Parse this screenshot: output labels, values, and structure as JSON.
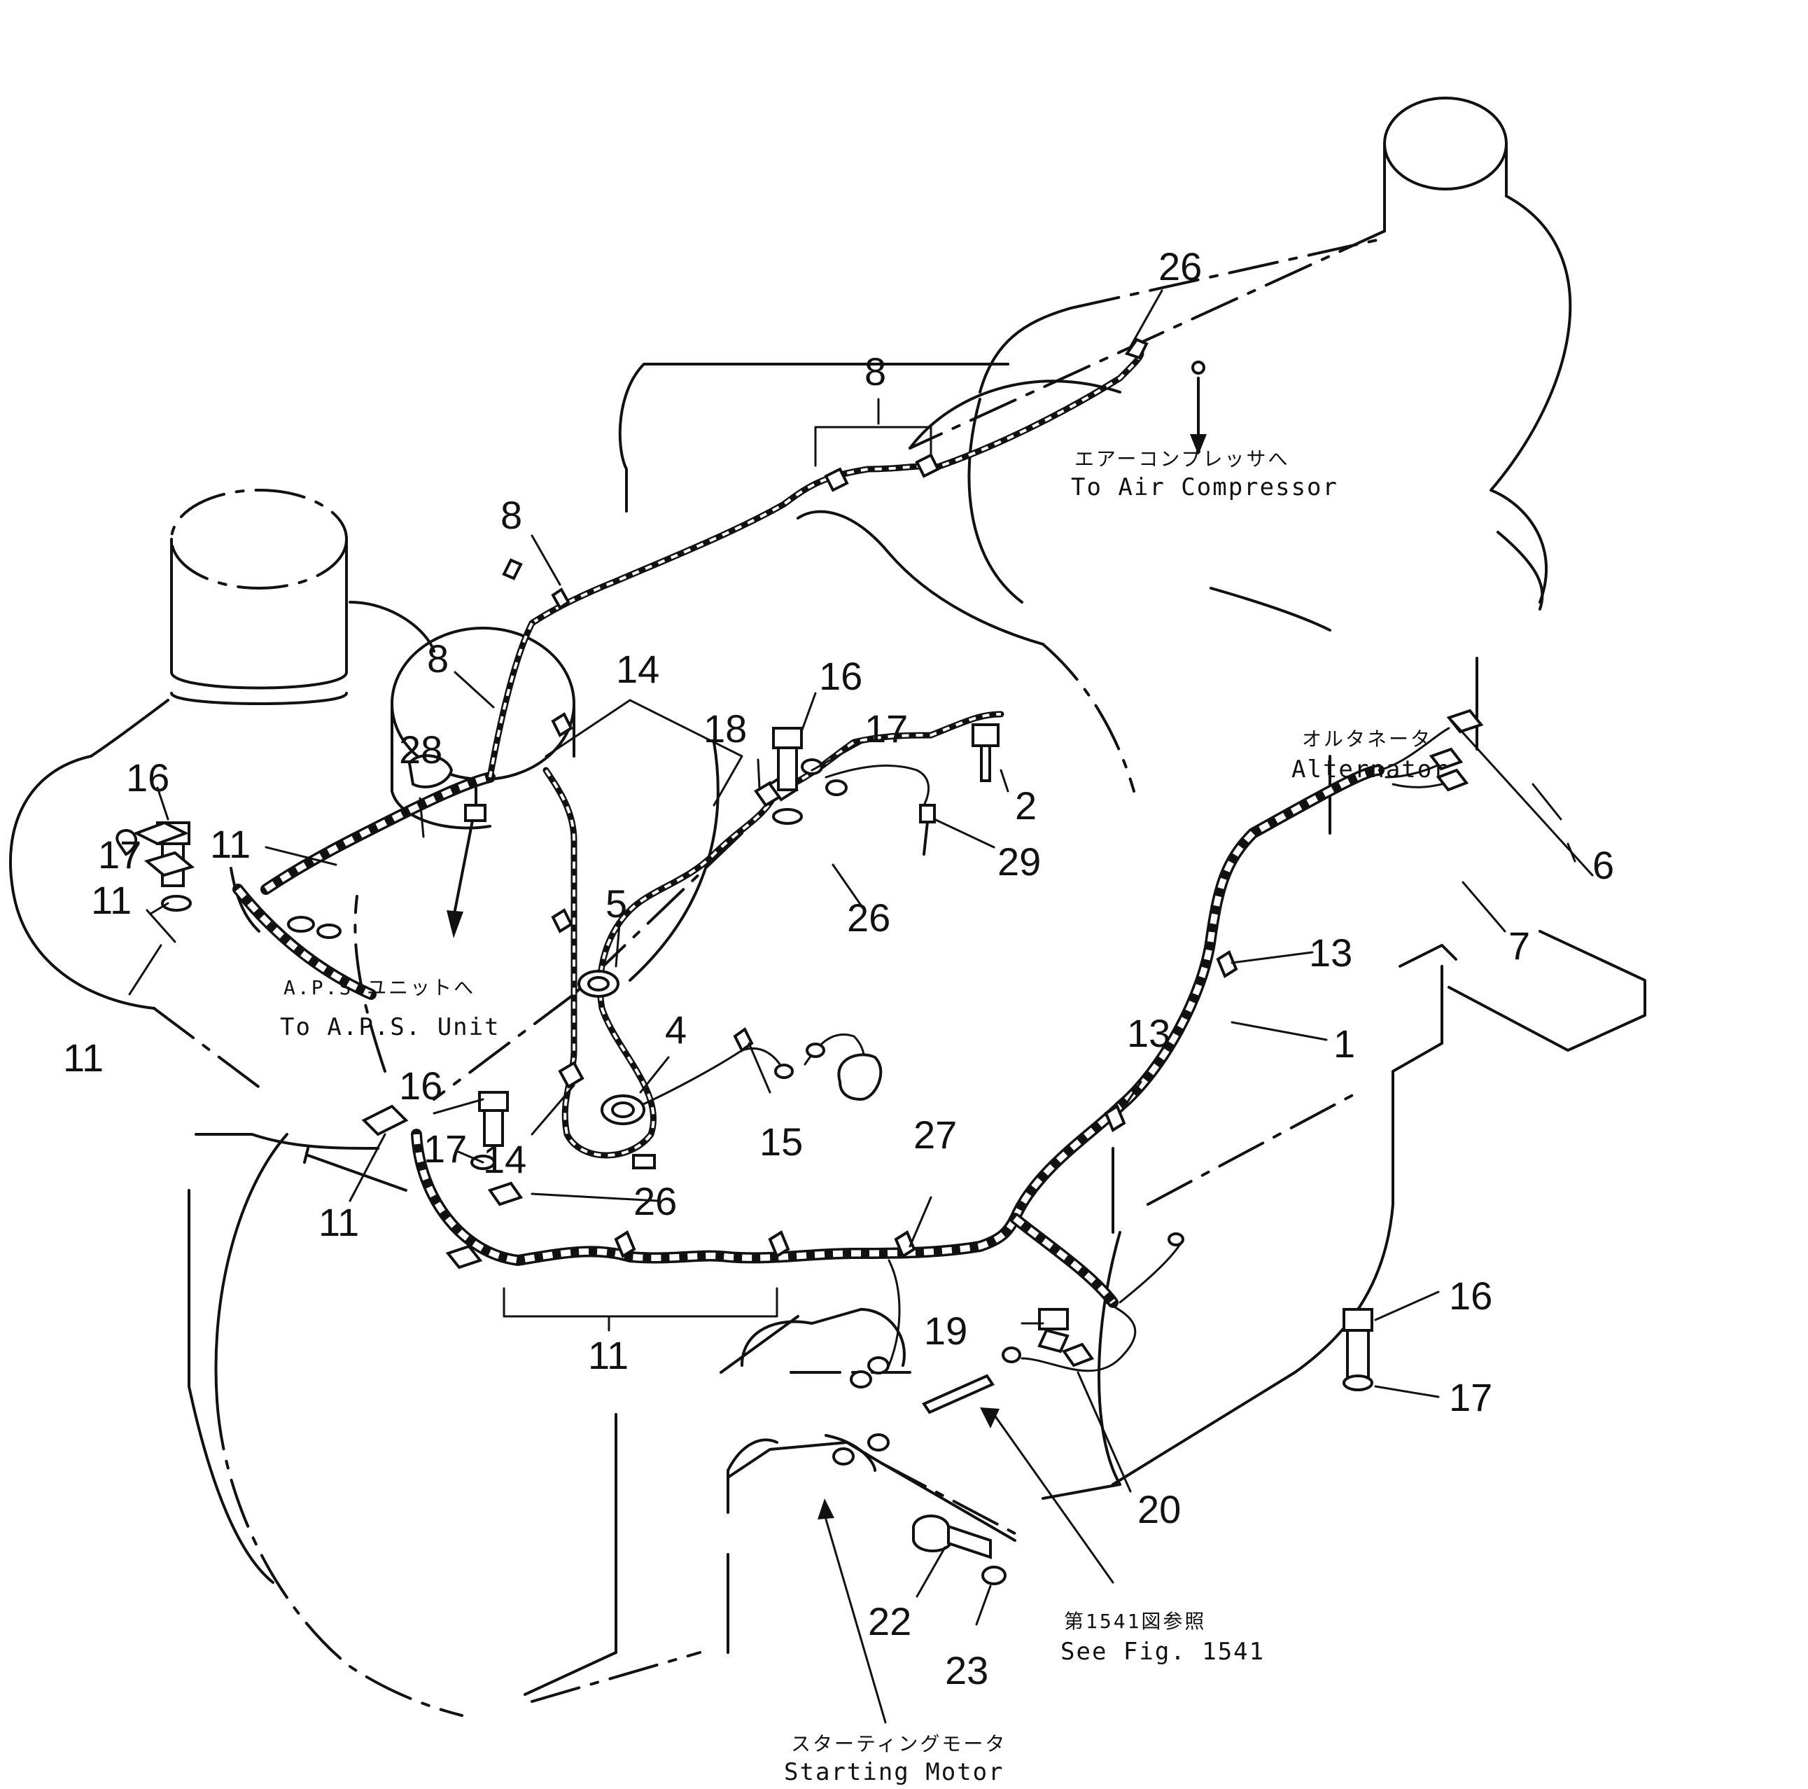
{
  "notes": {
    "air_compressor_jp": "エアーコンプレッサへ",
    "air_compressor_en": "To Air Compressor",
    "alternator_jp": "オルタネータ",
    "alternator_en": "Alternator",
    "aps_jp": "A.P.S.ユニットへ",
    "aps_en": "To A.P.S. Unit",
    "see_fig_jp": "第1541図参照",
    "see_fig_en": "See Fig. 1541",
    "starting_motor_jp": "スターティングモータ",
    "starting_motor_en": "Starting Motor"
  },
  "callouts": [
    "26",
    "8",
    "8",
    "8",
    "14",
    "16",
    "17",
    "18",
    "2",
    "29",
    "26",
    "28",
    "16",
    "17",
    "11",
    "11",
    "11",
    "5",
    "4",
    "15",
    "16",
    "17",
    "14",
    "26",
    "11",
    "11",
    "27",
    "13",
    "13",
    "1",
    "6",
    "7",
    "19",
    "20",
    "16",
    "17",
    "22",
    "23"
  ]
}
